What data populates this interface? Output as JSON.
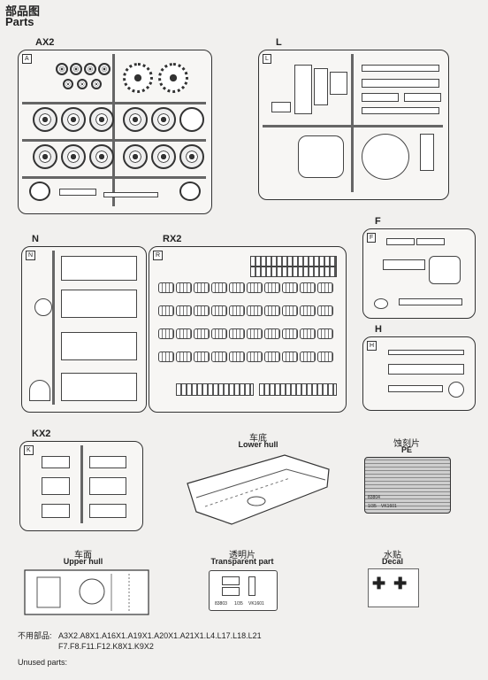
{
  "header": {
    "title_cn": "部品图",
    "title_en": "Parts"
  },
  "groups": {
    "ax2": {
      "label": "AX2",
      "tag": "A"
    },
    "l": {
      "label": "L",
      "tag": "L"
    },
    "n": {
      "label": "N",
      "tag": "N"
    },
    "rx2": {
      "label": "RX2",
      "tag": "R"
    },
    "f": {
      "label": "F",
      "tag": "F"
    },
    "h": {
      "label": "H",
      "tag": "H"
    },
    "kx2": {
      "label": "KX2",
      "tag": "K"
    }
  },
  "lower_hull": {
    "cn": "车底",
    "en": "Lower hull"
  },
  "pe": {
    "cn": "蚀刻片",
    "en": "PE",
    "code": "83804",
    "scale": "1/35",
    "ref": "VK1601"
  },
  "upper_hull": {
    "cn": "车面",
    "en": "Upper hull"
  },
  "transparent": {
    "cn": "透明片",
    "en": "Transparent part",
    "code": "83803",
    "scale": "1/35",
    "ref": "VK1601"
  },
  "decal": {
    "cn": "水贴",
    "en": "Decal",
    "symbols": "✚ ✚"
  },
  "unused": {
    "label_cn": "不用部品:",
    "line1": "A3X2.A8X1.A16X1.A19X1.A20X1.A21X1.L4.L17.L18.L21",
    "line2": "F7.F8.F11.F12.K8X1.K9X2",
    "label_en": "Unused parts:"
  }
}
